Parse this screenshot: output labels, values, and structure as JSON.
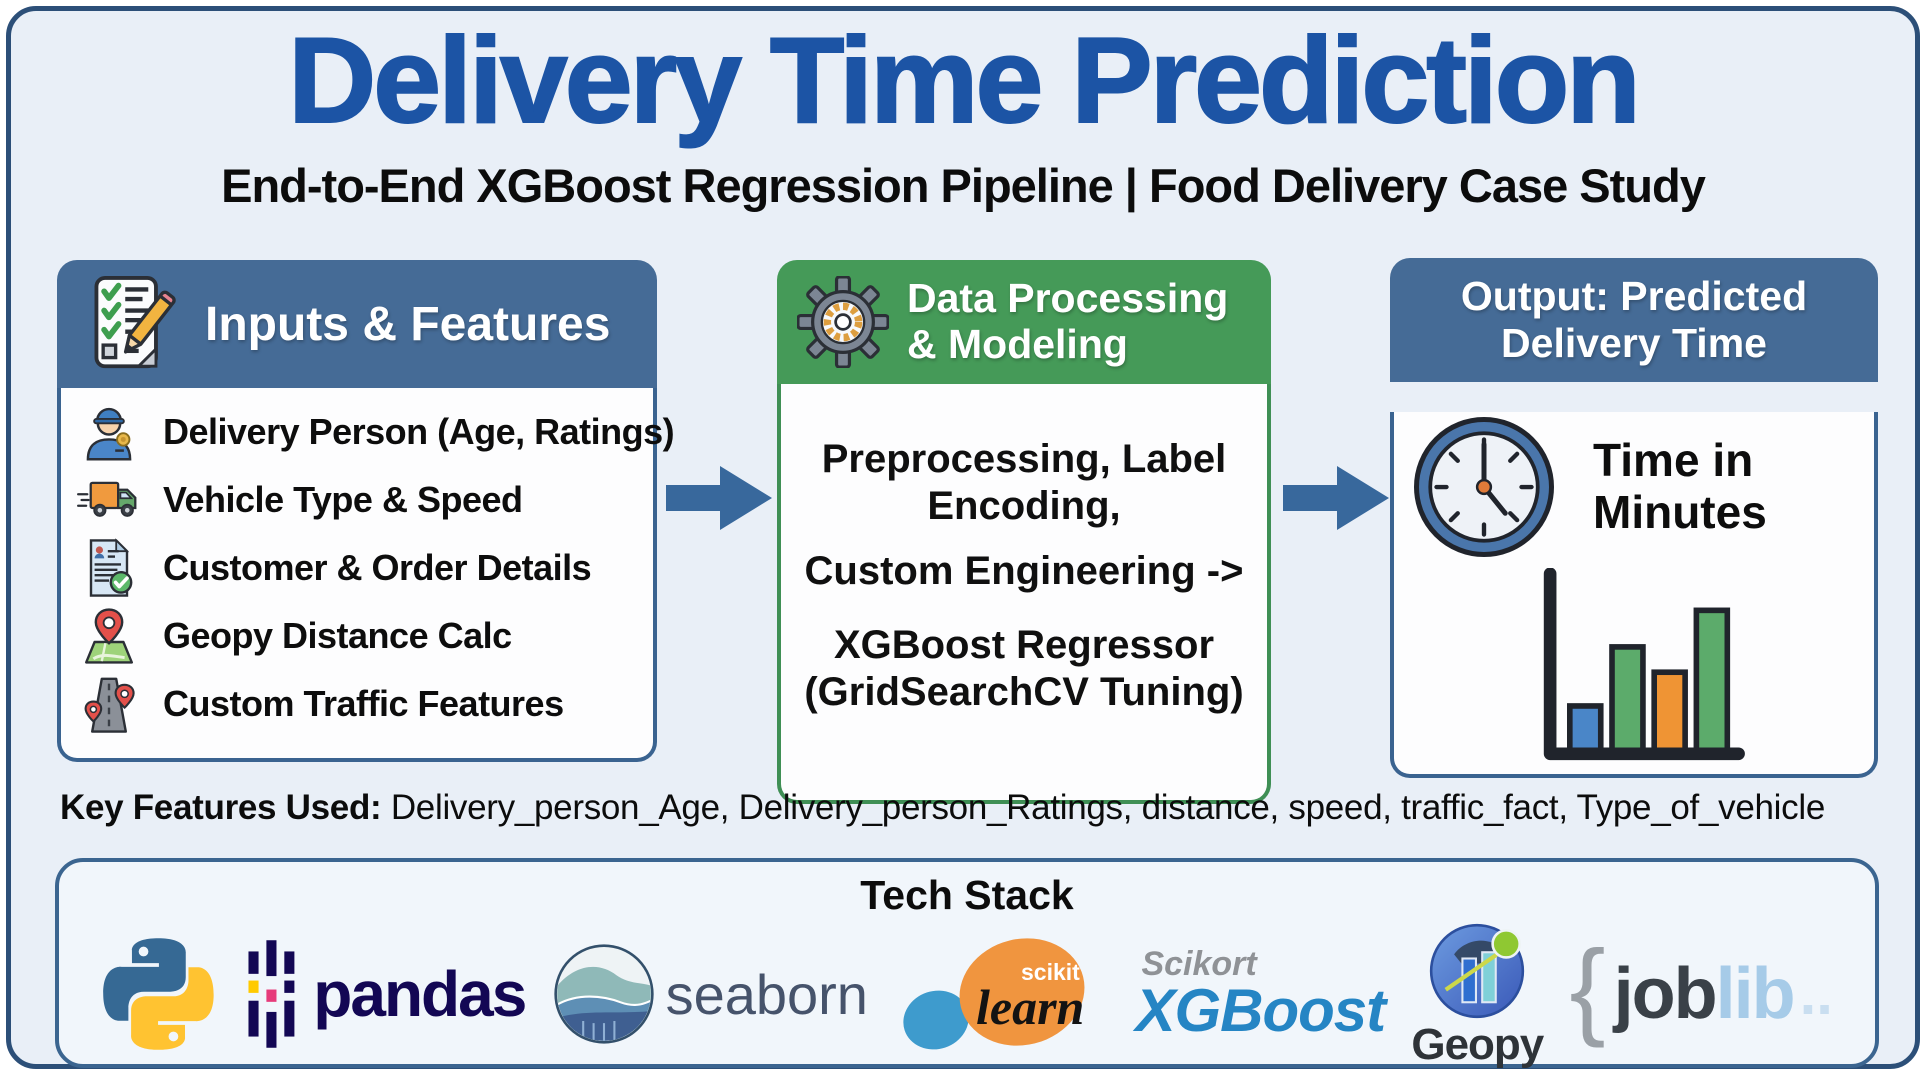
{
  "title": "Delivery Time Prediction",
  "subtitle": "End-to-End XGBoost Regression Pipeline | Food Delivery Case Study",
  "colors": {
    "title_blue": "#1c54a5",
    "header_blue": "#456b96",
    "header_green": "#459a58",
    "arrow_blue": "#38689c",
    "frame_border": "#2c4f78",
    "panel_bg": "#e9eff7",
    "python_blue": "#366994",
    "python_yellow": "#ffc331",
    "pandas_navy": "#130754",
    "sklearn_orange": "#f0953f",
    "sklearn_blue": "#3e9bcd",
    "xgboost_blue": "#2585c4",
    "bar_blue": "#4a86c8",
    "bar_green": "#5cab6b",
    "bar_orange": "#ef9434"
  },
  "pipeline": {
    "inputs": {
      "header": "Inputs & Features",
      "header_icon": "checklist-pencil-icon",
      "items": [
        {
          "icon": "delivery-person-icon",
          "label": "Delivery Person (Age, Ratings)"
        },
        {
          "icon": "delivery-truck-icon",
          "label": "Vehicle Type & Speed"
        },
        {
          "icon": "customer-order-icon",
          "label": "Customer & Order Details"
        },
        {
          "icon": "geopy-map-pin-icon",
          "label": "Geopy Distance Calc"
        },
        {
          "icon": "traffic-road-icon",
          "label": "Custom Traffic Features"
        }
      ]
    },
    "processing": {
      "header": "Data Processing & Modeling",
      "header_icon": "gear-icon",
      "paragraphs": [
        "Preprocessing, Label Encoding,",
        "Custom Engineering ->",
        "XGBoost Regressor (GridSearchCV Tuning)"
      ]
    },
    "output": {
      "header": "Output: Predicted Delivery Time",
      "time_label": "Time in Minutes",
      "icons": [
        "clock-icon",
        "bar-chart-icon"
      ]
    }
  },
  "key_features": {
    "label": "Key Features Used:",
    "value": " Delivery_person_Age, Delivery_person_Ratings, distance, speed, traffic_fact, Type_of_vehicle"
  },
  "tech_stack": {
    "title": "Tech Stack",
    "logos": {
      "python": {
        "name": "python-logo"
      },
      "pandas": {
        "text": "pandas"
      },
      "seaborn": {
        "text": "seaborn"
      },
      "sklearn": {
        "small": "scikit",
        "script": "learn"
      },
      "xgboost": {
        "top": "Scikort",
        "text": "XGBoost"
      },
      "geopy": {
        "text": "Geopy"
      },
      "joblib": {
        "brace": "{",
        "dark": "job",
        "light": "lib",
        "dots": ".."
      }
    }
  }
}
